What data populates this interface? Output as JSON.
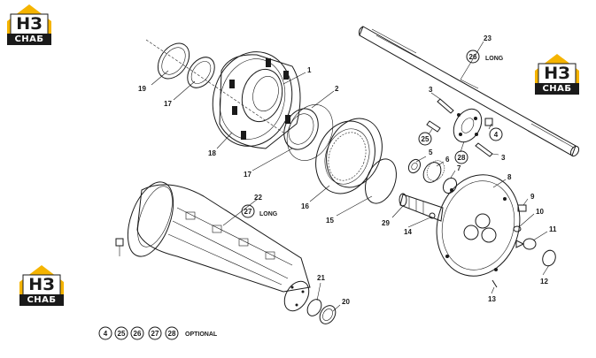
{
  "logo": {
    "letters": "НЗ",
    "caption": "СНАБ",
    "accent": "#f5b400"
  },
  "callouts": [
    {
      "id": "1",
      "text": "1"
    },
    {
      "id": "2",
      "text": "2"
    },
    {
      "id": "3a",
      "text": "3"
    },
    {
      "id": "3b",
      "text": "3"
    },
    {
      "id": "5",
      "text": "5"
    },
    {
      "id": "6",
      "text": "6"
    },
    {
      "id": "7",
      "text": "7"
    },
    {
      "id": "8",
      "text": "8"
    },
    {
      "id": "9",
      "text": "9"
    },
    {
      "id": "10",
      "text": "10"
    },
    {
      "id": "11",
      "text": "11"
    },
    {
      "id": "12",
      "text": "12"
    },
    {
      "id": "13",
      "text": "13"
    },
    {
      "id": "14",
      "text": "14"
    },
    {
      "id": "15",
      "text": "15"
    },
    {
      "id": "16",
      "text": "16"
    },
    {
      "id": "17a",
      "text": "17"
    },
    {
      "id": "17b",
      "text": "17"
    },
    {
      "id": "18",
      "text": "18"
    },
    {
      "id": "19",
      "text": "19"
    },
    {
      "id": "20",
      "text": "20"
    },
    {
      "id": "21",
      "text": "21"
    },
    {
      "id": "22",
      "text": "22"
    },
    {
      "id": "23",
      "text": "23"
    },
    {
      "id": "29",
      "text": "29"
    }
  ],
  "circled": [
    {
      "id": "4",
      "text": "4"
    },
    {
      "id": "25",
      "text": "25"
    },
    {
      "id": "26",
      "text": "26"
    },
    {
      "id": "27",
      "text": "27"
    },
    {
      "id": "28",
      "text": "28"
    }
  ],
  "notes": {
    "long_shaft": "LONG",
    "long_housing": "LONG"
  },
  "legend": {
    "items": [
      "4",
      "25",
      "26",
      "27",
      "28"
    ],
    "label": "OPTIONAL"
  }
}
